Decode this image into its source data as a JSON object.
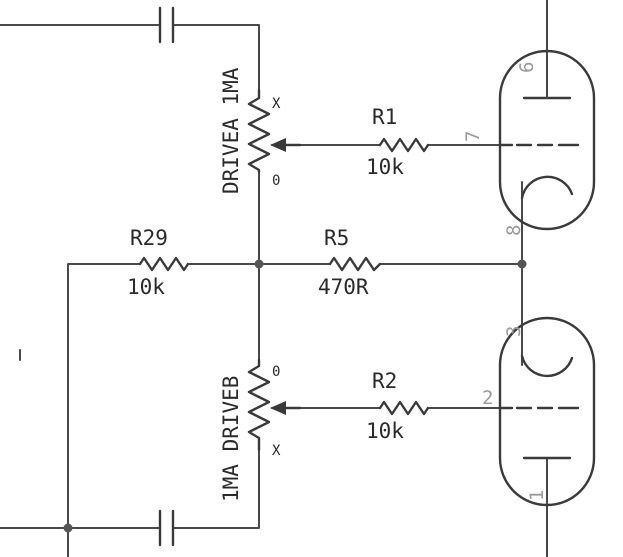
{
  "components": {
    "r1": {
      "name": "R1",
      "value": "10k"
    },
    "r2": {
      "name": "R2",
      "value": "10k"
    },
    "r5": {
      "name": "R5",
      "value": "470R"
    },
    "r29": {
      "name": "R29",
      "value": "10k"
    },
    "pot_a": {
      "name": "DRIVEA 1MA",
      "end_top": "X",
      "end_bottom": "0"
    },
    "pot_b": {
      "name": "1MA DRIVEB",
      "end_top": "0",
      "end_bottom": "X"
    }
  },
  "tube_top": {
    "pin_plate": "6",
    "pin_grid": "7",
    "pin_cathode": "8"
  },
  "tube_bottom": {
    "pin_cathode": "3",
    "pin_grid": "2",
    "pin_plate": "1"
  },
  "colors": {
    "wire": "#4a4a4a",
    "pin_label": "#9a9a9a",
    "text": "#2a2a2a"
  }
}
